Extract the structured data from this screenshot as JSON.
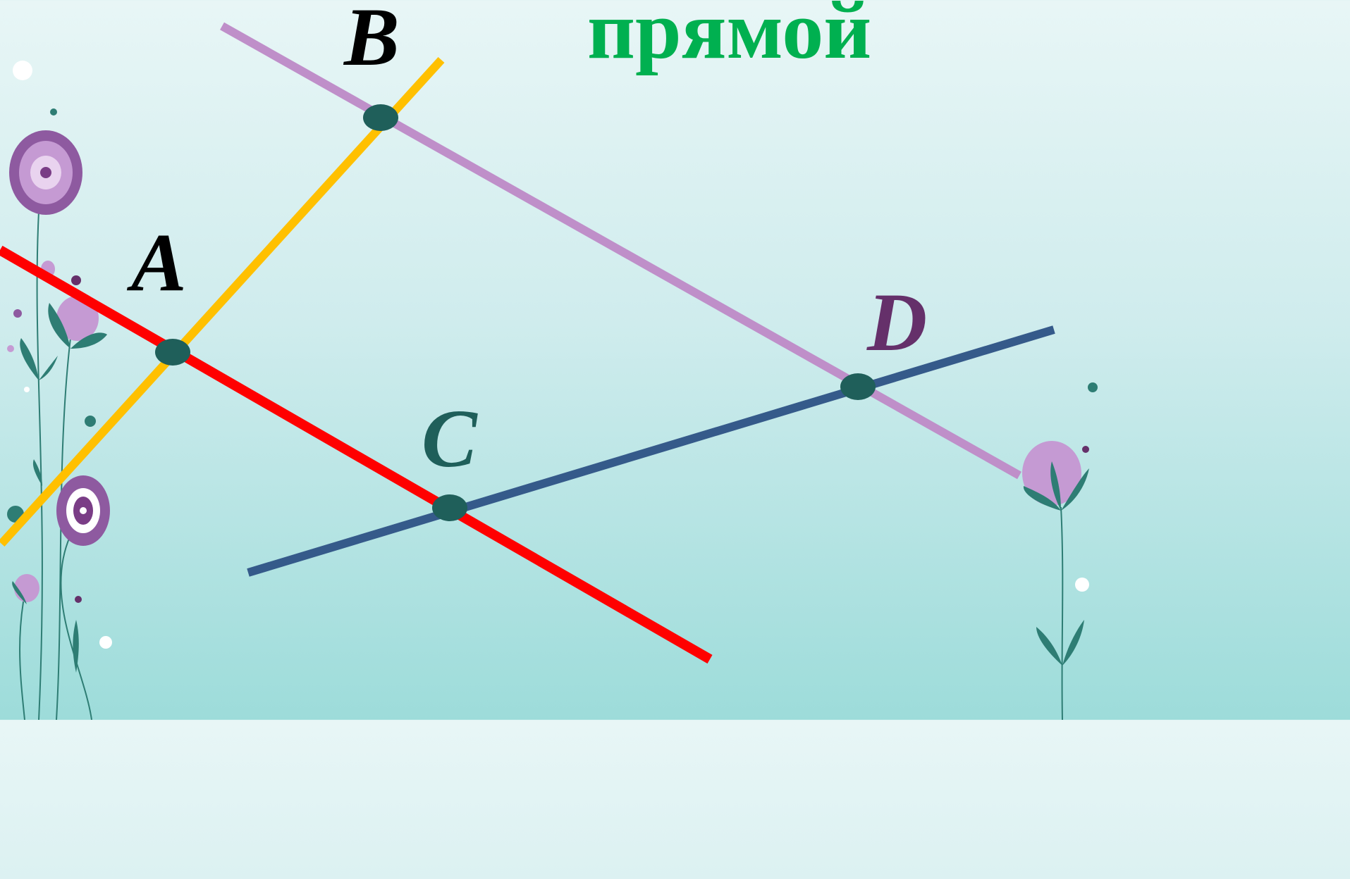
{
  "title": "прямой",
  "points": [
    {
      "id": "A",
      "label": "A"
    },
    {
      "id": "B",
      "label": "B"
    },
    {
      "id": "C",
      "label": "C"
    },
    {
      "id": "D",
      "label": "D"
    }
  ],
  "lines": [
    {
      "id": "red",
      "color": "#ff0000"
    },
    {
      "id": "yellow",
      "color": "#ffc000"
    },
    {
      "id": "purple",
      "color": "#bf8fc9"
    },
    {
      "id": "blue",
      "color": "#355a8a"
    }
  ],
  "colors": {
    "title": "#00b050",
    "label_A": "#000000",
    "label_B": "#000000",
    "label_C": "#1f5f5a",
    "label_D": "#65306a",
    "point_fill": "#1f5f5a"
  }
}
